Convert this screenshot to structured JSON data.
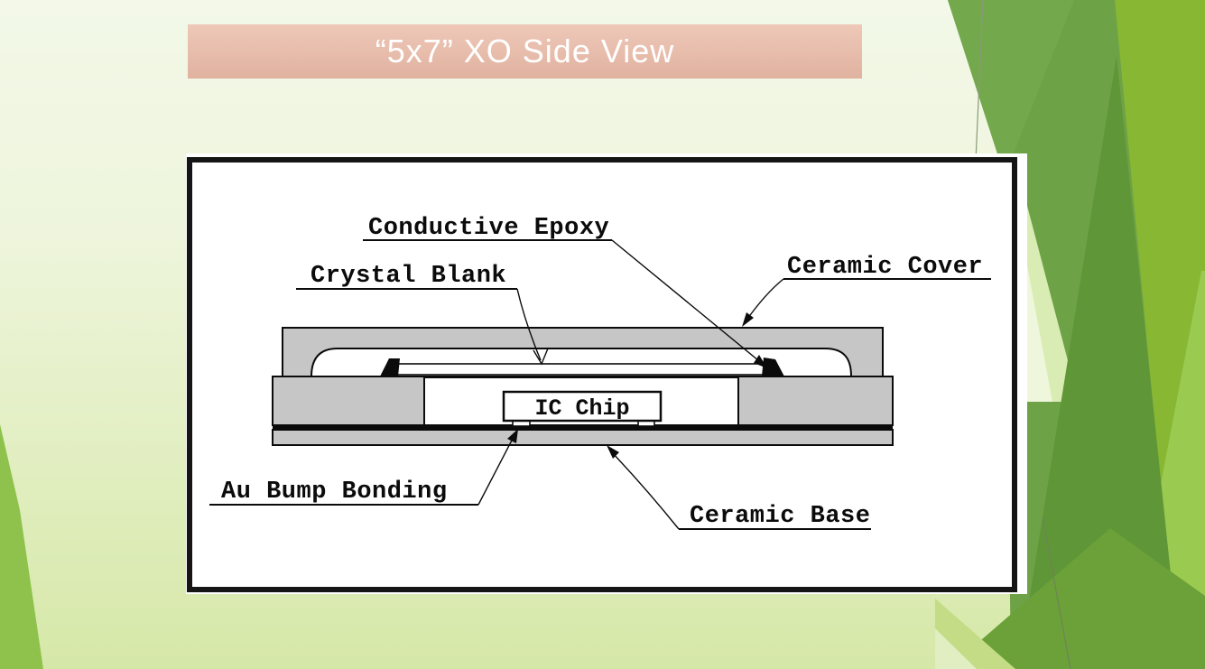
{
  "slide": {
    "title": "“5x7” XO Side View"
  },
  "colors": {
    "title_bar": "#e7bcab",
    "title_text": "#ffffff",
    "ceramic_fill": "#c6c6c6",
    "diagram_line": "#0b0b0b",
    "bg_top": "#f3f8e8",
    "bg_bottom": "#d6e8a8",
    "band_olive": "#6ea246",
    "band_dark": "#5f9637",
    "band_bright": "#88b733",
    "band_brightest": "#9bca51",
    "band_cream": "#d9ecb3",
    "left_wedge": "#8fc24c"
  },
  "diagram": {
    "labels": {
      "conductive_epoxy": "Conductive Epoxy",
      "crystal_blank": "Crystal Blank",
      "ceramic_cover": "Ceramic Cover",
      "ic_chip": "IC Chip",
      "au_bump_bonding": "Au Bump Bonding",
      "ceramic_base": "Ceramic Base"
    }
  }
}
